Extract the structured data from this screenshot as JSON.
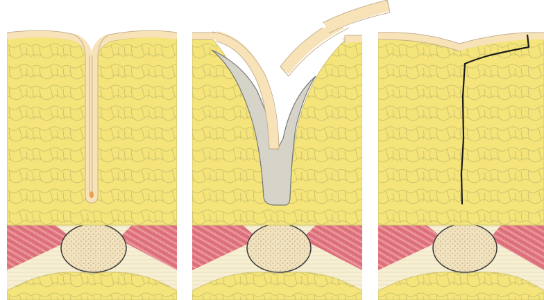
{
  "figure": {
    "panels": [
      {
        "id": "panel-1",
        "stage": "sinus-tract"
      },
      {
        "id": "panel-2",
        "stage": "excision-open-wound"
      },
      {
        "id": "panel-3",
        "stage": "flap-closure"
      }
    ],
    "colors": {
      "fat": "#f4e47a",
      "fat_line": "#cfc46f",
      "skin": "#f8e2b8",
      "skin_edge": "#c5b08e",
      "muscle": "#e27982",
      "fascia": "#f6efd3",
      "bone": "#f1e2c0",
      "cavity": "#d6d3c8",
      "suture": "#1a1a1a",
      "background": "#ffffff"
    }
  }
}
